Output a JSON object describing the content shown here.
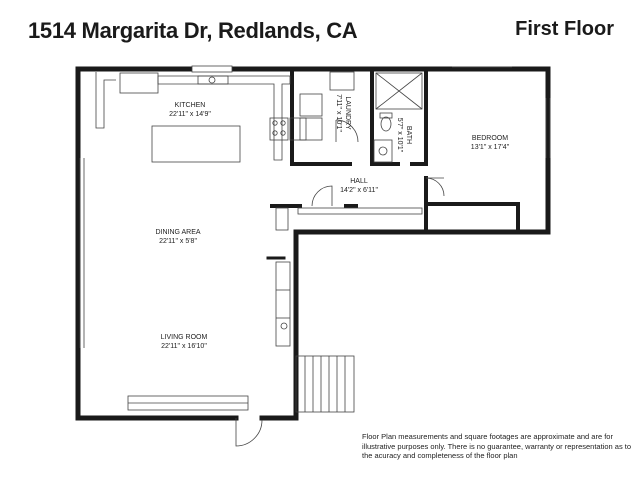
{
  "header": {
    "address": "1514 Margarita Dr, Redlands, CA",
    "floor_label": "First Floor"
  },
  "rooms": {
    "kitchen": {
      "name": "KITCHEN",
      "dims": "22'11\" x 14'9\""
    },
    "dining": {
      "name": "DINING AREA",
      "dims": "22'11\" x 5'8\""
    },
    "living": {
      "name": "LIVING ROOM",
      "dims": "22'11\" x 16'10\""
    },
    "laundry": {
      "name": "LAUNDRY",
      "dims": "7'11\" x 10'1\""
    },
    "bath": {
      "name": "BATH",
      "dims": "5'7\" x 10'1\""
    },
    "bedroom": {
      "name": "BEDROOM",
      "dims": "13'1\" x 17'4\""
    },
    "hall": {
      "name": "HALL",
      "dims": "14'2\" x 6'11\""
    }
  },
  "disclaimer": "Floor Plan measurements and square footages are approximate and are for illustrative purposes only. There is no guarantee, warranty or representation as to the acuracy and completeness of the floor plan",
  "colors": {
    "wall": "#1a1a1a",
    "fixture": "#666666"
  }
}
